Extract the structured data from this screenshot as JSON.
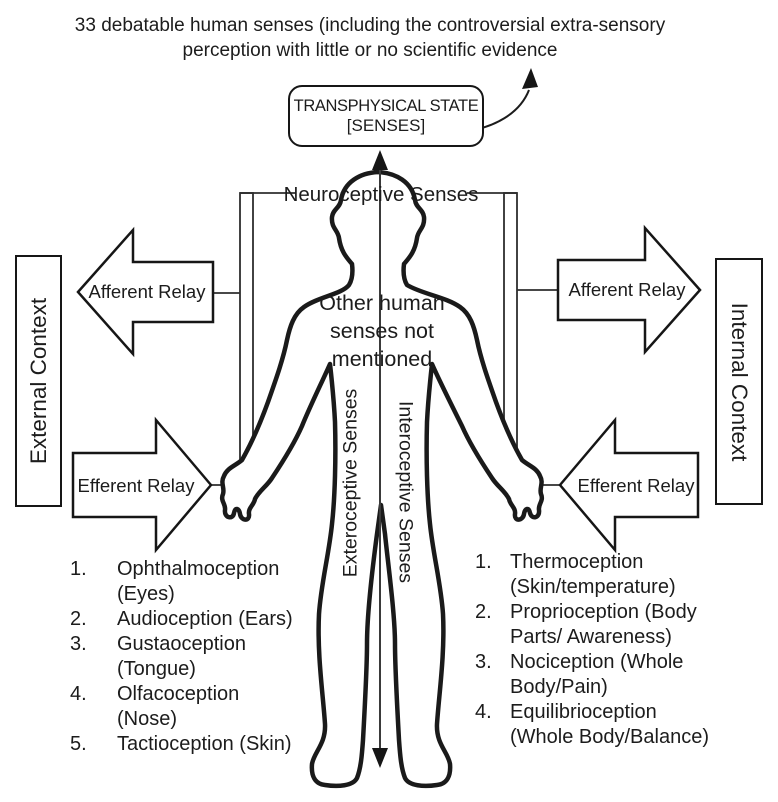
{
  "caption": {
    "line1": "33 debatable human senses (including the controversial  extra-sensory",
    "line2": "perception with little or no scientific evidence"
  },
  "transphysical_box": {
    "line1": "TRANSPHYSICAL STATE",
    "line2": "[SENSES]"
  },
  "labels": {
    "neuroceptive": "Neuroceptive Senses",
    "other_senses": "Other human\nsenses not\nmentioned",
    "exteroceptive": "Exteroceptive Senses",
    "interoceptive": "Interoceptive Senses",
    "external_context": "External Context",
    "internal_context": "Internal Context",
    "afferent_left": "Afferent Relay",
    "afferent_right": "Afferent Relay",
    "efferent_left": "Efferent Relay",
    "efferent_right": "Efferent Relay"
  },
  "lists": {
    "exteroceptive_list": {
      "items": [
        {
          "num": "1.",
          "text": "Ophthalmoception\n(Eyes)"
        },
        {
          "num": "2.",
          "text": "Audioception (Ears)"
        },
        {
          "num": "3.",
          "text": "Gustaoception\n(Tongue)"
        },
        {
          "num": "4.",
          "text": "Olfacoception\n(Nose)"
        },
        {
          "num": "5.",
          "text": "Tactioception (Skin)"
        }
      ]
    },
    "interoceptive_list": {
      "items": [
        {
          "num": "1.",
          "text": "Thermoception\n(Skin/temperature)"
        },
        {
          "num": "2.",
          "text": "Proprioception (Body\nParts/ Awareness)"
        },
        {
          "num": "3.",
          "text": "Nociception (Whole\nBody/Pain)"
        },
        {
          "num": "4.",
          "text": "Equilibrioception\n(Whole Body/Balance)"
        }
      ]
    }
  },
  "colors": {
    "ink": "#1c1c1c",
    "line": "#2e2e2e",
    "background": "#ffffff"
  }
}
